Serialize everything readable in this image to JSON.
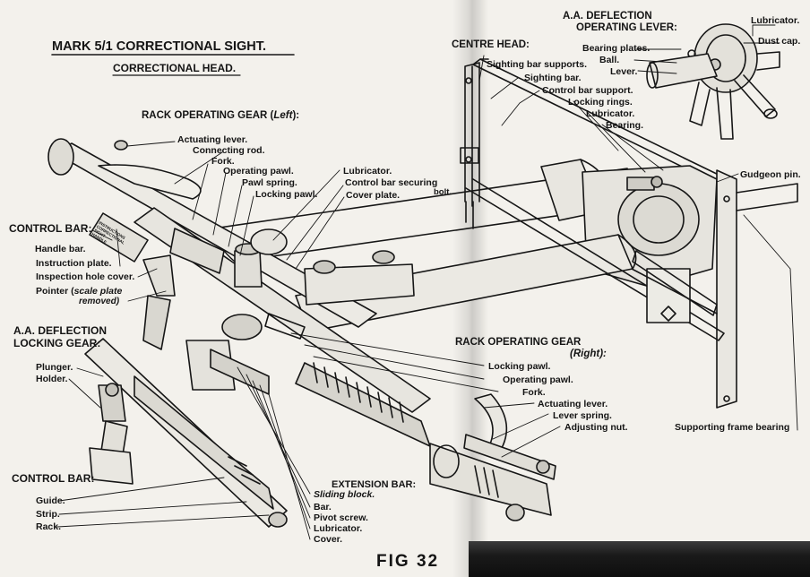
{
  "main_title": "MARK 5/1 CORRECTIONAL SIGHT.",
  "subtitle": "CORRECTIONAL HEAD.",
  "figure_label": "FIG 32",
  "sections": {
    "rack_left": [
      "RACK OPERATING GEAR (",
      "Left",
      "):"
    ],
    "control_bar_upper": "CONTROL BAR:",
    "aa_locking": [
      "A.A. DEFLECTION",
      "LOCKING GEAR:"
    ],
    "control_bar_lower": "CONTROL BAR:",
    "extension_bar": "EXTENSION BAR:",
    "rack_right": [
      "RACK OPERATING GEAR",
      "(Right):"
    ],
    "centre_head": "CENTRE HEAD:",
    "aa_deflection_lever": [
      "A.A. DEFLECTION",
      "OPERATING LEVER:"
    ]
  },
  "labels": {
    "actuating_lever_left": "Actuating lever.",
    "connecting_rod": "Connecting rod.",
    "fork_left": "Fork.",
    "operating_pawl_left": "Operating pawl.",
    "pawl_spring": "Pawl spring.",
    "locking_pawl_left": "Locking pawl.",
    "lubricator_cb": "Lubricator.",
    "control_bar_securing": "Control bar securing",
    "bolt": "bolt.",
    "cover_plate": "Cover plate.",
    "handle_bar": "Handle bar.",
    "instruction_plate": "Instruction plate.",
    "inspection_hole_cover": "Inspection hole cover.",
    "pointer": "Pointer (",
    "scale_plate": "scale plate",
    "removed": "removed",
    "plunger": "Plunger.",
    "holder": "Holder.",
    "guide": "Guide.",
    "strip": "Strip.",
    "rack": "Rack.",
    "sliding_block": "Sliding block.",
    "bar": "Bar.",
    "pivot_screw": "Pivot screw.",
    "lubricator_ext": "Lubricator.",
    "cover": "Cover.",
    "locking_pawl_right": "Locking pawl.",
    "operating_pawl_right": "Operating pawl.",
    "fork_right": "Fork.",
    "actuating_lever_right": "Actuating lever.",
    "lever_spring": "Lever spring.",
    "adjusting_nut": "Adjusting nut.",
    "supporting_frame_bearing": "Supporting frame bearing",
    "sighting_bar_supports": "Sighting bar supports.",
    "sighting_bar": "Sighting bar.",
    "control_bar_support": "Control bar support.",
    "locking_rings": "Locking rings.",
    "lubricator_ch": "Lubricator.",
    "bearing": "Bearing.",
    "gudgeon_pin": "Gudgeon pin.",
    "bearing_plates": "Bearing plates.",
    "ball": "Ball.",
    "lever": "Lever.",
    "lubricator_top": "Lubricator.",
    "dust_cap": "Dust cap."
  },
  "plate_text": [
    "INSTRUCTIONS",
    "CORRECTIONAL",
    "SIGHT",
    "HANDLE"
  ]
}
